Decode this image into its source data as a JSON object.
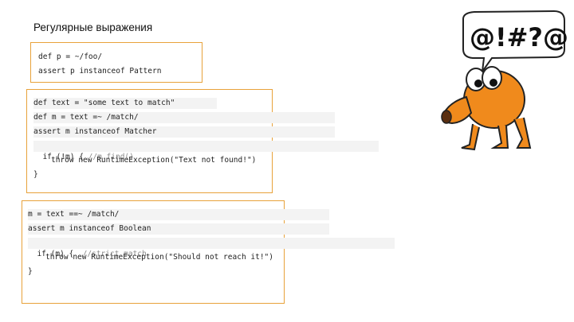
{
  "title": "Регулярные выражения",
  "block1": {
    "line1": "def p = ~/foo/",
    "line2": "assert p instanceof Pattern"
  },
  "block2": {
    "line1": "def text = \"some text to match\"",
    "line2": "def m = text =~ /match/",
    "line3": "assert m instanceof Matcher",
    "line4_code": "if (!m) { ",
    "line4_comment": "//m.find()",
    "line5": "throw new RuntimeException(\"Text not found!\")",
    "line6": "}"
  },
  "block3": {
    "line1": "m = text ==~ /match/",
    "line2": "assert m instanceof Boolean",
    "line3_code": "if (m) {  ",
    "line3_comment": "//strict match",
    "line4": "throw new RuntimeException(\"Should not reach it!\")",
    "line5": "}"
  },
  "illustration": {
    "speech_text": "@!#?@!",
    "character": "orange-cartoon-creature"
  }
}
